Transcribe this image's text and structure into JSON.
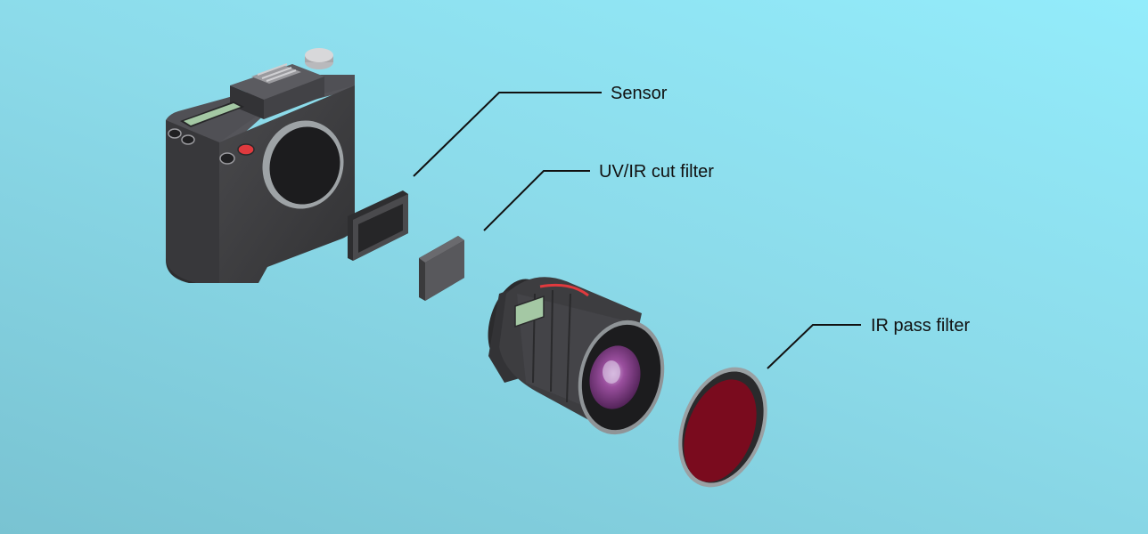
{
  "labels": {
    "sensor": "Sensor",
    "uv_ir_cut_filter": "UV/IR cut filter",
    "ir_pass_filter": "IR pass filter"
  },
  "colors": {
    "body_dark": "#3a3a3c",
    "body_mid": "#4d4d50",
    "body_light": "#5c5c60",
    "lcd": "#a4c8a4",
    "red_accent": "#e03a3e",
    "lens_purple": "#8a3f8e",
    "ir_filter_red": "#7a0b1e",
    "leader_line": "#111111"
  },
  "icons": [
    "camera-body-icon",
    "sensor-icon",
    "uv-ir-cut-filter-icon",
    "lens-icon",
    "ir-pass-filter-icon"
  ]
}
